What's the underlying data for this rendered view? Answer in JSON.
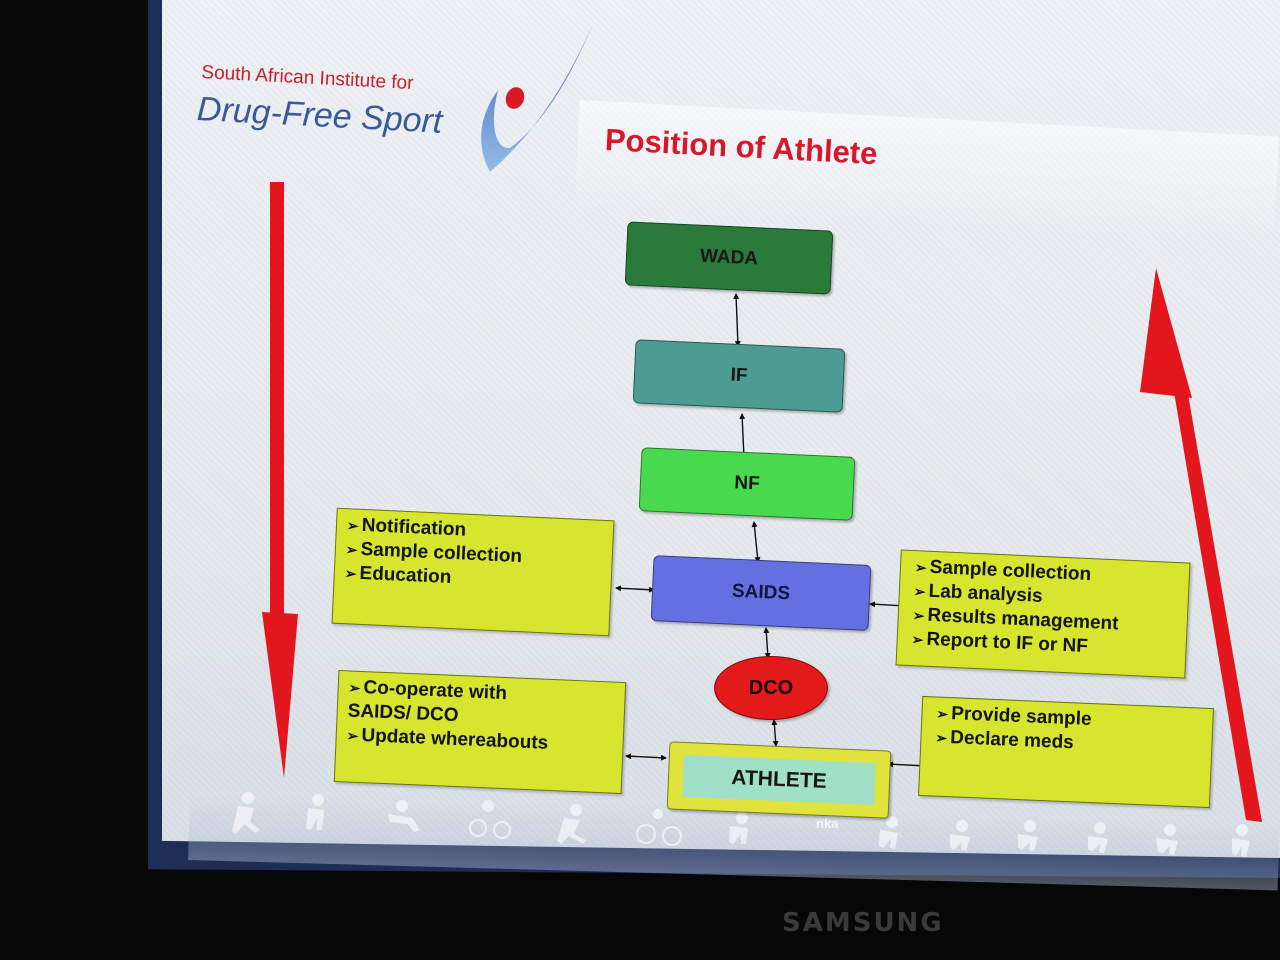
{
  "organization": {
    "line1": "South African Institute for",
    "line2": "Drug-Free Sport"
  },
  "slide": {
    "title": "Position of Athlete"
  },
  "nodes": {
    "wada": "WADA",
    "if": "IF",
    "nf": "NF",
    "saids": "SAIDS",
    "dco": "DCO",
    "athlete": "ATHLETE"
  },
  "boxes": {
    "top_left": [
      "Notification",
      "Sample collection",
      "Education"
    ],
    "top_right": [
      "Sample collection",
      "Lab analysis",
      "Results management",
      "Report to IF or NF"
    ],
    "bottom_left": {
      "item1_line1": "Co-operate with",
      "item1_line2": "SAIDS/ DCO",
      "item2": "Update whereabouts"
    },
    "bottom_right": [
      "Provide sample",
      "Declare meds"
    ]
  },
  "footer": {
    "partial_word": "nka"
  },
  "monitor": {
    "brand": "SAMSUNG"
  },
  "colors": {
    "title_red": "#d8172a",
    "arrow_red": "#e3161e",
    "wada": "#2a7a3c",
    "if": "#4d9c94",
    "nf": "#49d94f",
    "saids": "#6470e2",
    "dco": "#e21a1a",
    "box_yellow": "#d7e52f"
  }
}
